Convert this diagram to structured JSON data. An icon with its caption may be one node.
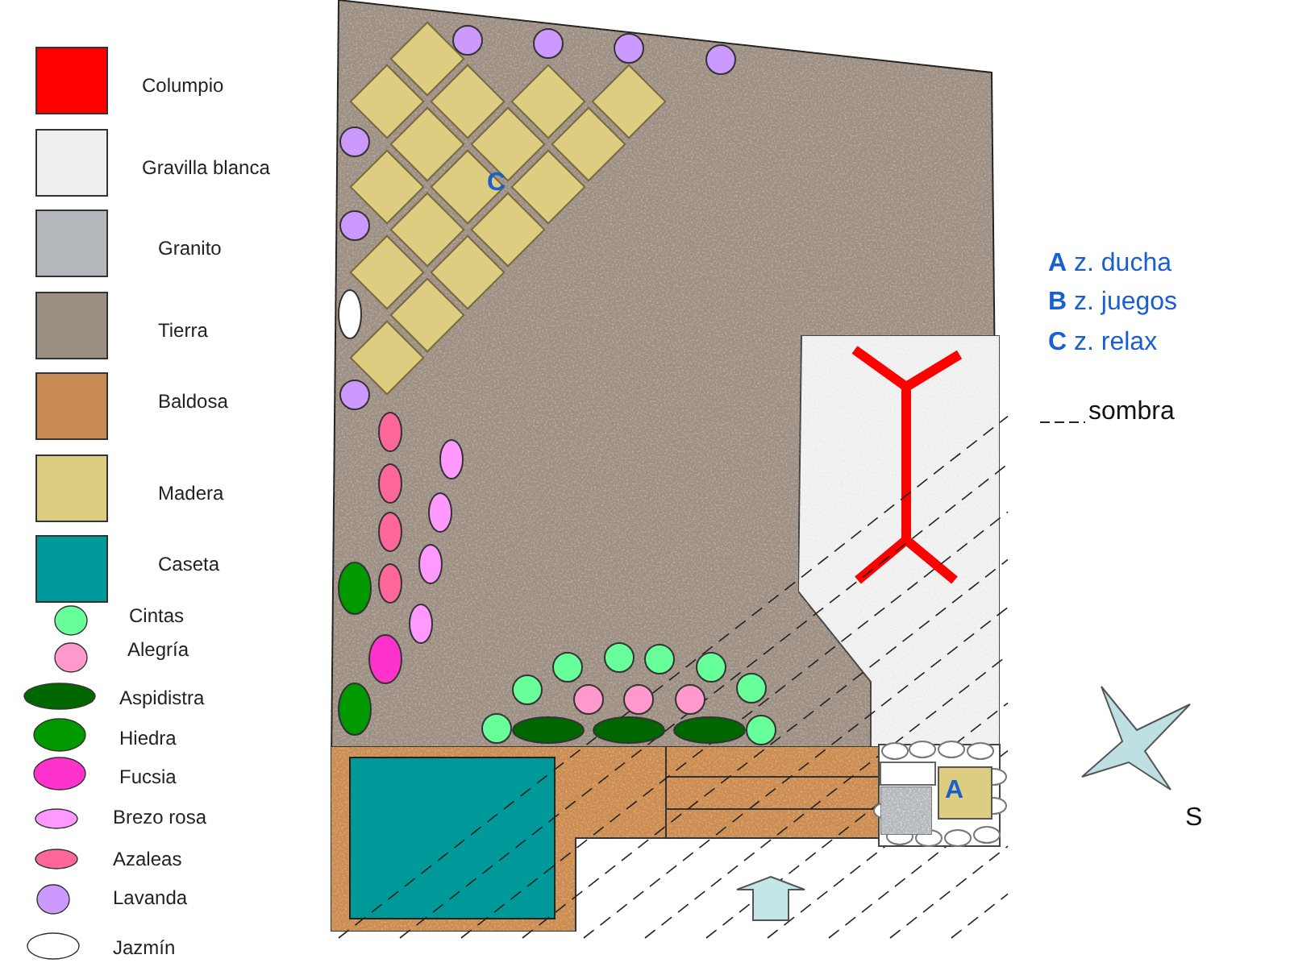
{
  "diagram": {
    "labels": [
      "C",
      "**A** z. ducha",
      "**B** z. juegos",
      "**C** z. relax",
      "A",
      "S"
    ],
    "legend": [
      {
        "text": "Columpio",
        "color": "#ff0000"
      },
      {
        "text": "Gravilla blanca",
        "color": "#efefef"
      },
      {
        "text": "Granito",
        "color": "#b4b7bb"
      },
      {
        "text": "Tierra",
        "color": "#9c8f84"
      },
      {
        "text": "Baldosa",
        "color": "#c98c55"
      },
      {
        "text": "Madera",
        "color": "#dccd80"
      },
      {
        "text": "Caseta",
        "color": "#009999"
      },
      {
        "text": "Cintas",
        "color": "#66ff99"
      },
      {
        "text": "Alegría",
        "color": "#ff99cc"
      },
      {
        "text": "Aspidistra",
        "color": "#006600"
      },
      {
        "text": "Hiedra",
        "color": "#009900"
      },
      {
        "text": "Fucsia",
        "color": "#ff33cc"
      },
      {
        "text": "Brezo rosa",
        "color": "#ff99ff"
      },
      {
        "text": "Azaleas",
        "color": "#ff6699"
      },
      {
        "text": "Lavanda",
        "color": "#cc99ff"
      },
      {
        "text": "Jazmín",
        "color": "#ffffff"
      },
      {
        "text": "sombra"
      }
    ]
  }
}
